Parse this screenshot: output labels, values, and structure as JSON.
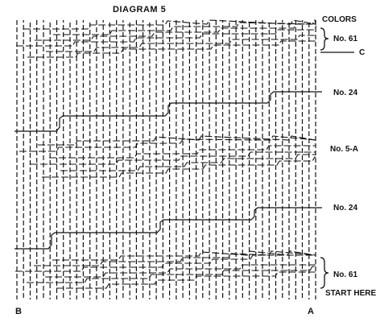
{
  "title": "DIAGRAM 5",
  "colors_heading": "COLORS",
  "color_labels": [
    {
      "text": "No. 61",
      "key": "top-61"
    },
    {
      "text": "C",
      "key": "c"
    },
    {
      "text": "No. 24",
      "key": "upper-24"
    },
    {
      "text": "No. 5-A",
      "key": "5a"
    },
    {
      "text": "No. 24",
      "key": "lower-24"
    },
    {
      "text": "No. 61",
      "key": "bottom-61"
    },
    {
      "text": "START HERE",
      "key": "start"
    }
  ],
  "corner_left": "B",
  "corner_right": "A"
}
